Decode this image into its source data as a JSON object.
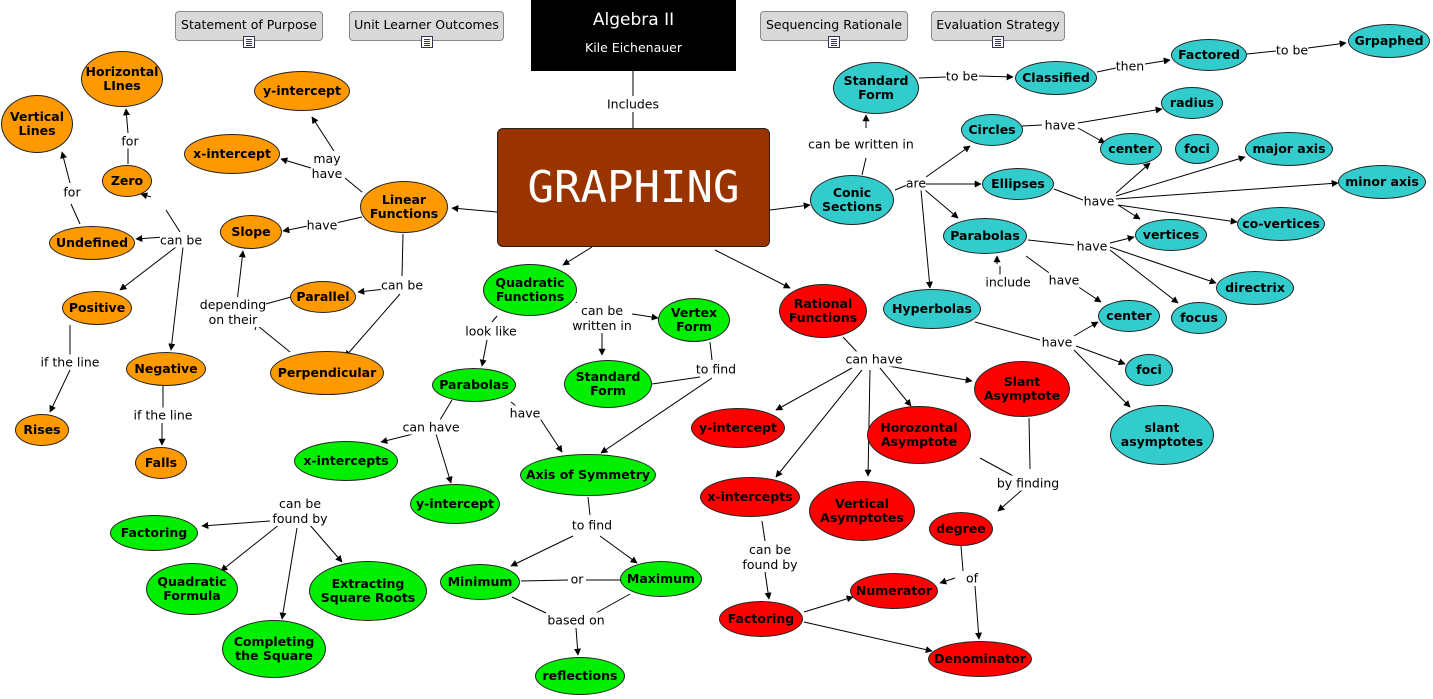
{
  "header": {
    "title": "Algebra II",
    "author": "Kile Eichenauer",
    "buttons": [
      "Statement of Purpose",
      "Unit Learner Outcomes",
      "Sequencing Rationale",
      "Evaluation Strategy"
    ]
  },
  "central": "GRAPHING",
  "nodes": {
    "linear": "Linear\nFunctions",
    "yint1": "y-intercept",
    "xint1": "x-intercept",
    "slope": "Slope",
    "parallel": "Parallel",
    "perp": "Perpendicular",
    "zero": "Zero",
    "horiz": "Horizontal\nLInes",
    "undef": "Undefined",
    "vert": "Vertical\nLines",
    "positive": "Positive",
    "rises": "Rises",
    "negative": "Negative",
    "falls": "Falls",
    "quad": "Quadratic\nFunctions",
    "vertex": "Vertex\nForm",
    "stdform2": "Standard\nForm",
    "parab2": "Parabolas",
    "xints2": "x-intercepts",
    "yint2": "y-intercept",
    "axis": "Axis of Symmetry",
    "factoring2": "Factoring",
    "quadform": "Quadratic\nFormula",
    "extract": "Extracting\nSquare Roots",
    "complete": "Completing\nthe Square",
    "minimum": "Minimum",
    "maximum": "Maximum",
    "reflections": "reflections",
    "rational": "Rational\nFunctions",
    "yint3": "y-intercept",
    "xints3": "x-intercepts",
    "horasym": "Horozontal\nAsymptote",
    "vertasym": "Vertical\nAsymptotes",
    "slant": "Slant\nAsymptote",
    "degree": "degree",
    "factoring3": "Factoring",
    "numerator": "Numerator",
    "denominator": "Denominator",
    "conic": "Conic\nSections",
    "stdform1": "Standard\nForm",
    "classified": "Classified",
    "factored": "Factored",
    "graphed": "Grpaphed",
    "circles": "Circles",
    "radius": "radius",
    "center1": "center",
    "foci1": "foci",
    "majoraxis": "major axis",
    "minoraxis": "minor axis",
    "ellipses": "Ellipses",
    "vertices": "vertices",
    "covertices": "co-vertices",
    "parab1": "Parabolas",
    "directrix": "directrix",
    "focus": "focus",
    "hyper": "Hyperbolas",
    "center2": "center",
    "foci2": "foci",
    "slantasym": "slant\nasymptotes"
  },
  "labels": {
    "includes": "Includes",
    "mayhave": "may\nhave",
    "have1": "have",
    "canbe1": "can be",
    "canbe2": "can be",
    "for1": "for",
    "for2": "for",
    "depending": "depending\non their",
    "iftheline1": "if the line",
    "iftheline2": "if the line",
    "lookslike": "look like",
    "canbewritten2": "can be\nwritten in",
    "tofind1": "to find",
    "have2": "have",
    "canhave1": "can have",
    "canbefound1": "can be\nfound by",
    "tofind2": "to find",
    "or": "or",
    "basedon": "based on",
    "canhave2": "can have",
    "byfinding": "by finding",
    "of": "of",
    "canbefound2": "can be\nfound by",
    "canbewritten1": "can be written in",
    "tobe1": "to be",
    "then": "then",
    "tobe2": "to be",
    "are": "are",
    "have3": "have",
    "have4": "have",
    "have5": "have",
    "include": "include",
    "have6": "have",
    "have7": "have"
  }
}
